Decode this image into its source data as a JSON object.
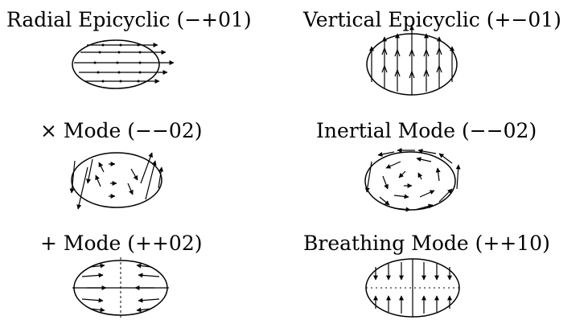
{
  "modes": [
    {
      "id": "radial_epicyclic",
      "label": "Radial Epicyclic (−+01)"
    },
    {
      "id": "vertical_epicyclic",
      "label": "Vertical Epicyclic (+−01)"
    },
    {
      "id": "cross_mode",
      "label": "× Mode (−−02)"
    },
    {
      "id": "inertial_mode",
      "label": "Inertial Mode (−−02)"
    },
    {
      "id": "plus_mode",
      "label": "+ Mode (++02)"
    },
    {
      "id": "breathing_mode",
      "label": "Breathing Mode (++10)"
    }
  ]
}
